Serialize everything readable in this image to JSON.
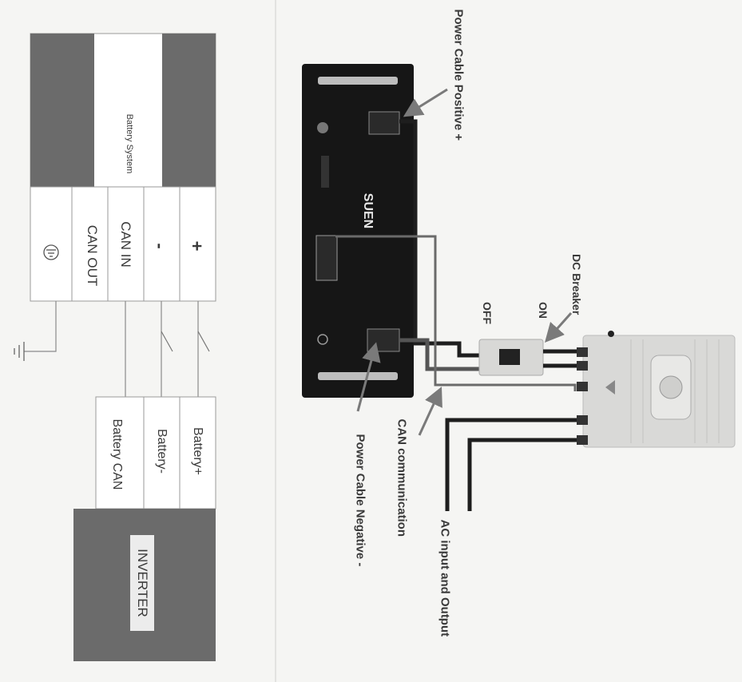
{
  "schematic": {
    "battery_system": "Battery System",
    "terminals": {
      "positive": "+",
      "negative": "-",
      "can_in": "CAN IN",
      "can_out": "CAN OUT"
    },
    "inverter_ports": {
      "battery_pos": "Battery+",
      "battery_neg": "Battery-",
      "battery_can": "Battery CAN"
    },
    "inverter": "INVERTER"
  },
  "photo": {
    "brand": "SUEN",
    "callouts": {
      "power_positive": "Power Cable Positive +",
      "power_negative": "Power Cable Negative -",
      "can_communication": "CAN communication",
      "ac_io": "AC input and Output",
      "dc_breaker": "DC Breaker",
      "on": "ON",
      "off": "OFF"
    }
  },
  "colors": {
    "block_gray": "#6b6b6b",
    "battery_black": "#161616",
    "arrow": "#7a7a7a",
    "line": "#8a8a8a"
  }
}
